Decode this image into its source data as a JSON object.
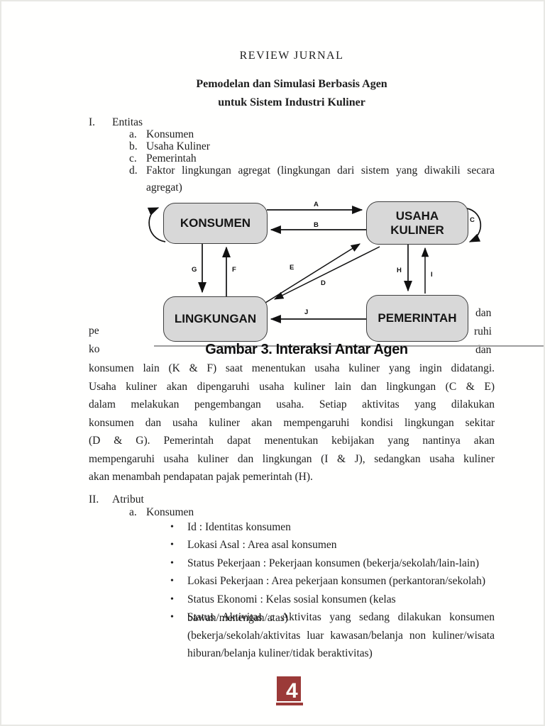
{
  "header": {
    "title": "REVIEW JURNAL"
  },
  "doc_title": {
    "line1": "Pemodelan dan Simulasi Berbasis Agen",
    "line2": "untuk Sistem Industri Kuliner"
  },
  "entitas": {
    "numeral": "I.",
    "heading": "Entitas",
    "items": [
      {
        "marker": "a.",
        "text": "Konsumen"
      },
      {
        "marker": "b.",
        "text": "Usaha Kuliner"
      },
      {
        "marker": "c.",
        "text": "Pemerintah"
      },
      {
        "marker": "d.",
        "text": "Faktor lingkungan agregat (lingkungan dari sistem yang diwakili secara",
        "text2": "agregat)"
      }
    ]
  },
  "figure": {
    "caption": "Gambar 3. Interaksi Antar Agen",
    "nodes": {
      "konsumen": "KONSUMEN",
      "usaha_line1": "USAHA",
      "usaha_line2": "KULINER",
      "lingkungan": "LINGKUNGAN",
      "pemerintah": "PEMERINTAH"
    },
    "edge_labels": {
      "a": "A",
      "b": "B",
      "c": "C",
      "d": "D",
      "e": "E",
      "f": "F",
      "g": "G",
      "h": "H",
      "i": "I",
      "j": "J"
    },
    "fragments": {
      "left1": "pe",
      "left2": "ko",
      "right1": "dan",
      "right2": "ruhi",
      "right3": "dan"
    }
  },
  "paragraph": {
    "lines": [
      "konsumen lain (K & F) saat menentukan usaha kuliner yang ingin didatangi.",
      "Usaha kuliner akan dipengaruhi usaha kuliner lain dan lingkungan (C & E)",
      "dalam melakukan pengembangan usaha. Setiap aktivitas yang dilakukan",
      "konsumen dan usaha kuliner akan mempengaruhi kondisi lingkungan sekitar",
      "(D & G). Pemerintah dapat menentukan kebijakan yang nantinya akan",
      "mempengaruhi usaha kuliner dan lingkungan (I & J), sedangkan usaha kuliner",
      "akan menambah pendapatan pajak pemerintah (H)."
    ]
  },
  "atribut": {
    "numeral": "II.",
    "heading": "Atribut",
    "sub_marker": "a.",
    "sub_heading": "Konsumen",
    "bullet_glyph": "•",
    "bullets": [
      "Id : Identitas konsumen",
      "Lokasi Asal : Area asal konsumen",
      "Status Pekerjaan : Pekerjaan konsumen (bekerja/sekolah/lain-lain)",
      "Lokasi Pekerjaan : Area pekerjaan konsumen (perkantoran/sekolah)",
      "Status Ekonomi : Kelas sosial konsumen (kelas bawah/menengah/atas)",
      "Status Aktivitas : Aktivitas yang sedang dilakukan konsumen"
    ],
    "bullet6_cont1": "(bekerja/sekolah/aktivitas luar kawasan/belanja non kuliner/wisata",
    "bullet6_cont2": "hiburan/belanja kuliner/tidak beraktivitas)"
  },
  "footer": {
    "page_number": "4"
  },
  "colors": {
    "accent_red": "#9b3a38",
    "box_fill": "#d8d8d8",
    "box_border": "#3e3e3e"
  }
}
